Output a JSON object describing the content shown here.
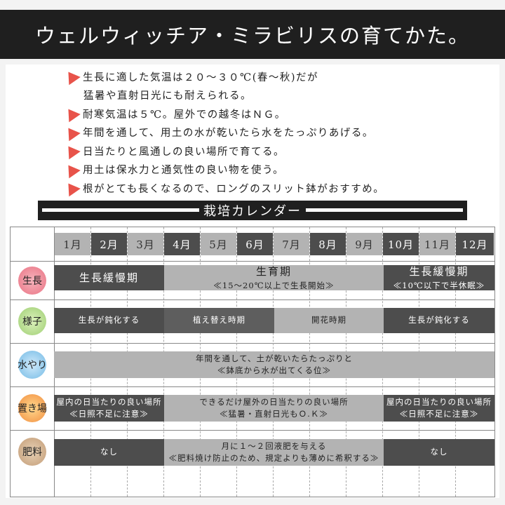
{
  "title": "ウェルウィッチア・ミラビリスの育てかた。",
  "tips": [
    {
      "marker": true,
      "text": "生長に適した気温は２０～３０℃(春～秋)だが"
    },
    {
      "marker": false,
      "text": "猛暑や直射日光にも耐えられる。"
    },
    {
      "marker": true,
      "text": "耐寒気温は５℃。屋外での越冬はＮＧ。"
    },
    {
      "marker": true,
      "text": "年間を通して、用土の水が乾いたら水をたっぷりあげる。"
    },
    {
      "marker": true,
      "text": "日当たりと風通しの良い場所で育てる。"
    },
    {
      "marker": true,
      "text": "用土は保水力と通気性の良い物を使う。"
    },
    {
      "marker": true,
      "text": "根がとても長くなるので、ロングのスリット鉢がおすすめ。"
    }
  ],
  "calendar": {
    "title": "栽培カレンダー",
    "months": [
      "1月",
      "2月",
      "3月",
      "4月",
      "5月",
      "6月",
      "7月",
      "8月",
      "9月",
      "10月",
      "11月",
      "12月"
    ],
    "rows": {
      "growth": {
        "label": "生長",
        "winter_early": "生長緩慢期",
        "season_main": "生育期",
        "season_sub": "≪15～20℃以上で生長開始≫",
        "winter_late": "生長緩慢期",
        "winter_late_sub": "≪10℃以下で半休眠≫"
      },
      "condition": {
        "label": "様子",
        "slow_early": "生長が鈍化する",
        "repot": "植え替え時期",
        "flower": "開花時期",
        "slow_late": "生長が鈍化する"
      },
      "water": {
        "label": "水やり",
        "line1": "年間を通して、土が乾いたらたっぷりと",
        "line2": "≪鉢底から水が出てくる位≫"
      },
      "place": {
        "label": "置き場",
        "early_1": "屋内の日当たりの良い場所",
        "early_2": "≪日照不足に注意≫",
        "main_1": "できるだけ屋外の日当たりの良い場所",
        "main_2": "≪猛暑・直射日光もＯ.Ｋ≫",
        "late_1": "屋内の日当たりの良い場所",
        "late_2": "≪日照不足に注意≫"
      },
      "fertilizer": {
        "label": "肥料",
        "none_early": "なし",
        "main_1": "月に１～２回液肥を与える",
        "main_2": "≪肥料焼け防止のため、規定よりも薄めに希釈する≫",
        "none_late": "なし"
      }
    }
  },
  "colors": {
    "title_bg": "#1f1f1f",
    "marker": "#e8534a",
    "bar_dark": "#4d4d4d",
    "bar_light": "#b3b3b3"
  }
}
